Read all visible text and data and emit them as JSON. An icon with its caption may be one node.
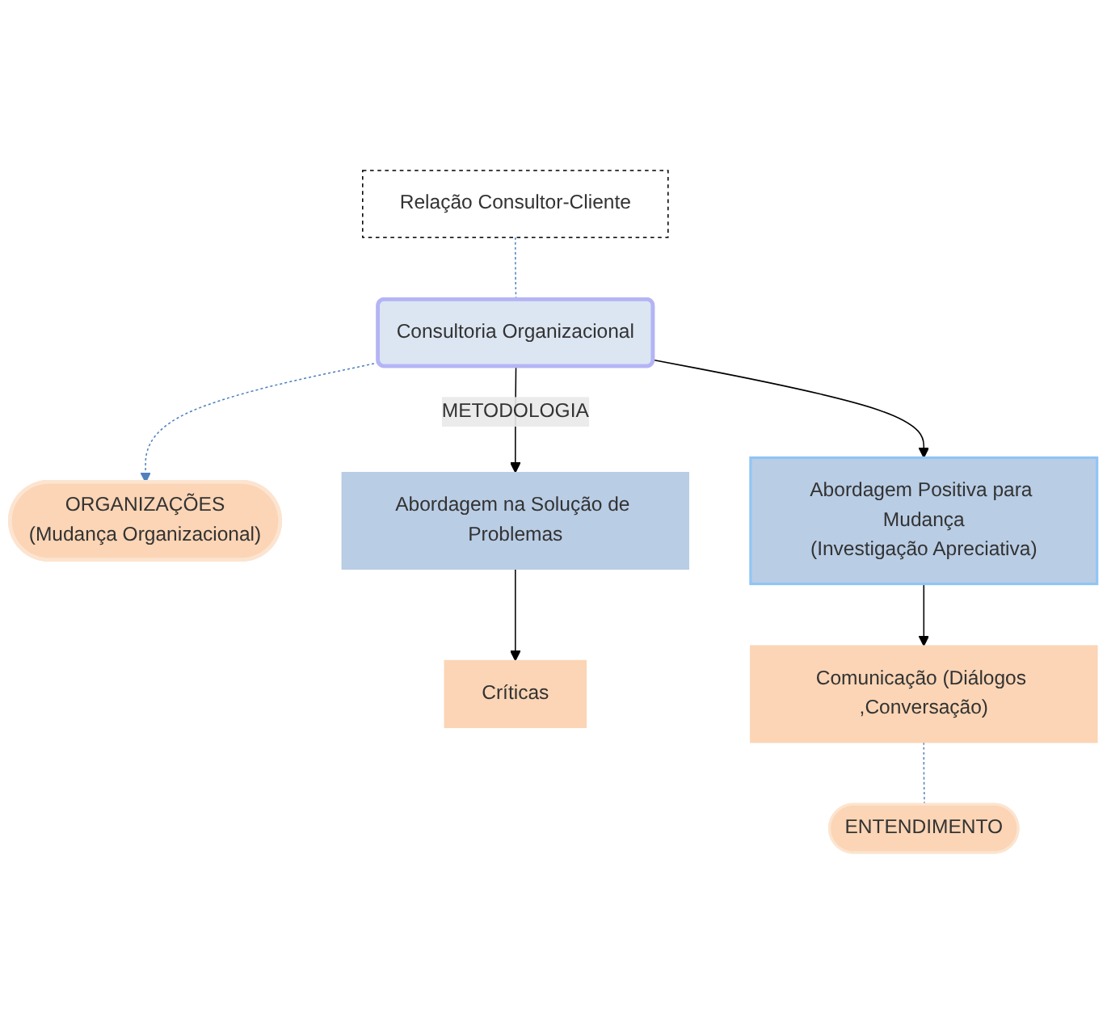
{
  "diagram": {
    "nodes": [
      {
        "text": [
          "Relação Consultor-Cliente"
        ]
      },
      {
        "text": [
          "Consultoria Organizacional"
        ]
      },
      {
        "text": [
          "ORGANIZAÇÕES",
          "(Mudança Organizacional)"
        ]
      },
      {
        "text": [
          "Abordagem na Solução de Problemas"
        ]
      },
      {
        "text": [
          "Críticas"
        ]
      },
      {
        "text": [
          "Abordagem Positiva para Mudança",
          "(Investigação Apreciativa)"
        ]
      },
      {
        "text": [
          "Comunicação (Diálogos ,Conversação)"
        ]
      },
      {
        "text": [
          "ENTENDIMENTO"
        ]
      }
    ],
    "edges": [
      {
        "from": 0,
        "to": 1,
        "arrow": "none",
        "style": "dashed",
        "color": "#4f81bd"
      },
      {
        "from": 1,
        "to": 2,
        "arrow": "to",
        "style": "dashed",
        "color": "#4f81bd"
      },
      {
        "from": 1,
        "to": 3,
        "arrow": "to",
        "label": "METODOLOGIA"
      },
      {
        "from": 1,
        "to": 5,
        "arrow": "to"
      },
      {
        "from": 3,
        "to": 4,
        "arrow": "to"
      },
      {
        "from": 5,
        "to": 6,
        "arrow": "to"
      },
      {
        "from": 6,
        "to": 7,
        "arrow": "none",
        "style": "dashed",
        "color": "#4f81bd"
      }
    ]
  }
}
